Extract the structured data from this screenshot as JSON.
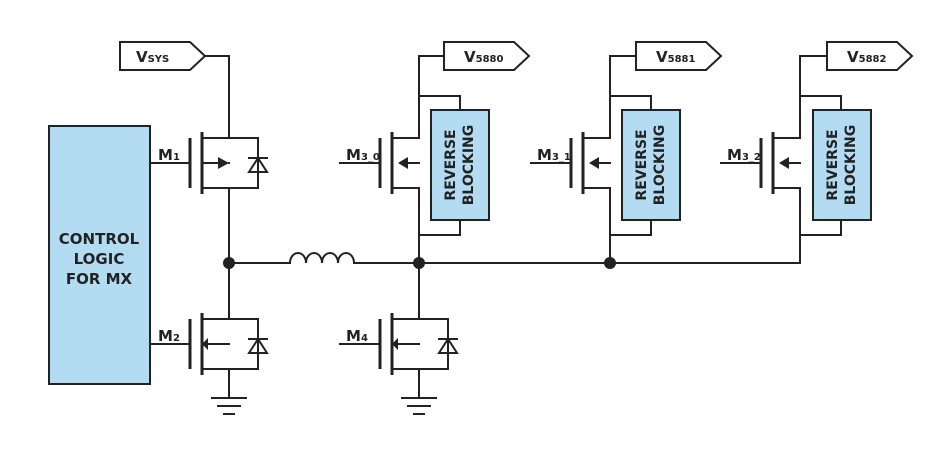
{
  "control_block": {
    "line1": "CONTROL",
    "line2": "LOGIC",
    "line3": "FOR MX"
  },
  "rails": {
    "vsys": {
      "main": "V",
      "sub": "SYS"
    },
    "v5880": {
      "main": "V",
      "sub": "5880"
    },
    "v5881": {
      "main": "V",
      "sub": "5881"
    },
    "v5882": {
      "main": "V",
      "sub": "5882"
    }
  },
  "transistors": {
    "m1": {
      "main": "M",
      "sub": "1"
    },
    "m2": {
      "main": "M",
      "sub": "2"
    },
    "m3_0": {
      "main": "M",
      "sub": "3_0"
    },
    "m3_1": {
      "main": "M",
      "sub": "3_1"
    },
    "m3_2": {
      "main": "M",
      "sub": "3_2"
    },
    "m4": {
      "main": "M",
      "sub": "4"
    }
  },
  "blocking": {
    "line1": "REVERSE",
    "line2": "BLOCKING"
  },
  "colors": {
    "block_fill": "#b3dcf3",
    "wire": "#222222"
  }
}
